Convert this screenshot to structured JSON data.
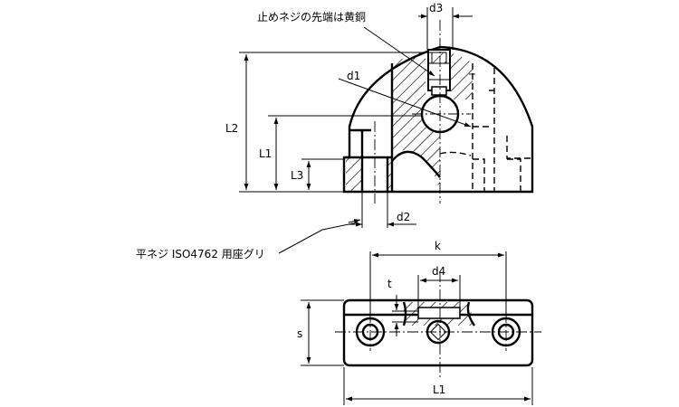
{
  "notes": {
    "set_screw": "止めネジの先端は黄銅",
    "counterbore": "平ネジ ISO4762 用座グリ"
  },
  "dimensions": {
    "d3": "d3",
    "d1": "d1",
    "L2": "L2",
    "L1": "L1",
    "L3": "L3",
    "d2": "d2",
    "k": "k",
    "d4": "d4",
    "t": "t",
    "s": "s",
    "L1_bottom": "L1"
  }
}
